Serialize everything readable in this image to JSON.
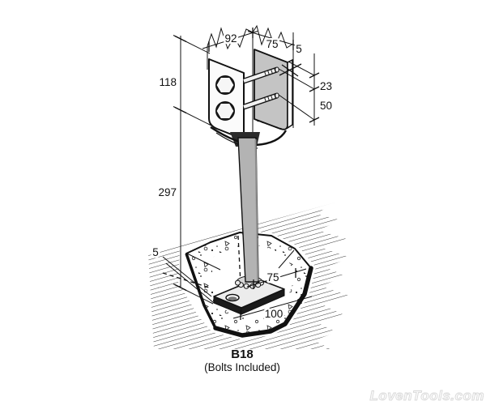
{
  "diagram": {
    "title": "B18",
    "subtitle": "(Bolts Included)",
    "dims": {
      "post_width": "92",
      "inner_width": "75",
      "side_thickness": "5",
      "bracket_height": "118",
      "top_to_first_bolt": "23",
      "bolt_spacing": "50",
      "stem_length": "297",
      "plate_thickness": "5",
      "plate_width": "75",
      "plate_length": "100"
    }
  },
  "watermark": "LovenTools.com",
  "colors": {
    "line": "#111111",
    "inner_plate_gray": "#c4c4c4",
    "stem_gray": "#b3b3b3",
    "base_plate_gray": "#ececec",
    "shadow_black": "#1b1b1b"
  }
}
